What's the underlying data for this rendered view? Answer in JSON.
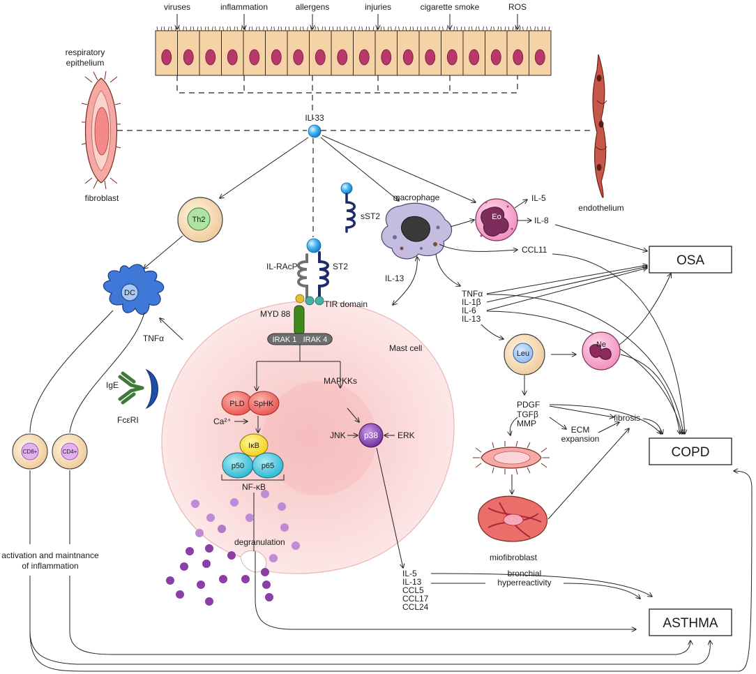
{
  "stimuli": [
    "viruses",
    "inflammation",
    "allergens",
    "injuries",
    "cigarette smoke",
    "ROS"
  ],
  "labels": {
    "respiratory_epithelium_1": "respiratory",
    "respiratory_epithelium_2": "epithelium",
    "fibroblast": "fibroblast",
    "endothelium": "endothelium",
    "il33": "IL-33",
    "th2": "Th2",
    "dc": "DC",
    "tnfa_dc": "TNFα",
    "ige": "IgE",
    "fceri": "FcεRI",
    "cd8": "CD8+",
    "cd4": "CD4+",
    "activation_1": "activation and maintnance",
    "activation_2": "of inflammation",
    "sst2": "sST2",
    "il_racp": "IL-RAcP",
    "st2": "ST2",
    "myd88": "MYD 88",
    "tir_domain": "TIR domain",
    "irak1": "IRAK 1",
    "irak4": "IRAK 4",
    "mast_cell": "Mast cell",
    "pld": "PLD",
    "sphk": "SpHK",
    "ca": "Ca²⁺",
    "ikb": "IκB",
    "p50": "p50",
    "p65": "p65",
    "nfkb": "NF-κB",
    "mapkks": "MAPKKs",
    "jnk": "JNK",
    "p38": "p38",
    "erk": "ERK",
    "degranulation": "degranulation",
    "macrophage": "macrophage",
    "il13_mac": "IL-13",
    "eo": "Eo",
    "il5_eo": "IL-5",
    "il8": "IL-8",
    "ccl11": "CCL11",
    "leu": "Leu",
    "ne": "Ne",
    "pdgf": "PDGF",
    "tgfb": "TGFβ",
    "mmp": "MMP",
    "ecm_1": "ECM",
    "ecm_2": "expansion",
    "fibrosis": "fibrosis",
    "miofibroblast": "miofibroblast",
    "bronchial_1": "bronchial",
    "bronchial_2": "hyperreactivity"
  },
  "cytokines_macrophage": [
    "TNFα",
    "IL-1β",
    "IL-6",
    "IL-13"
  ],
  "mediators_p38": [
    "IL-5",
    "IL-13",
    "CCL5",
    "CCL17",
    "CCL24"
  ],
  "outcomes": {
    "osa": "OSA",
    "copd": "COPD",
    "asthma": "ASTHMA"
  }
}
